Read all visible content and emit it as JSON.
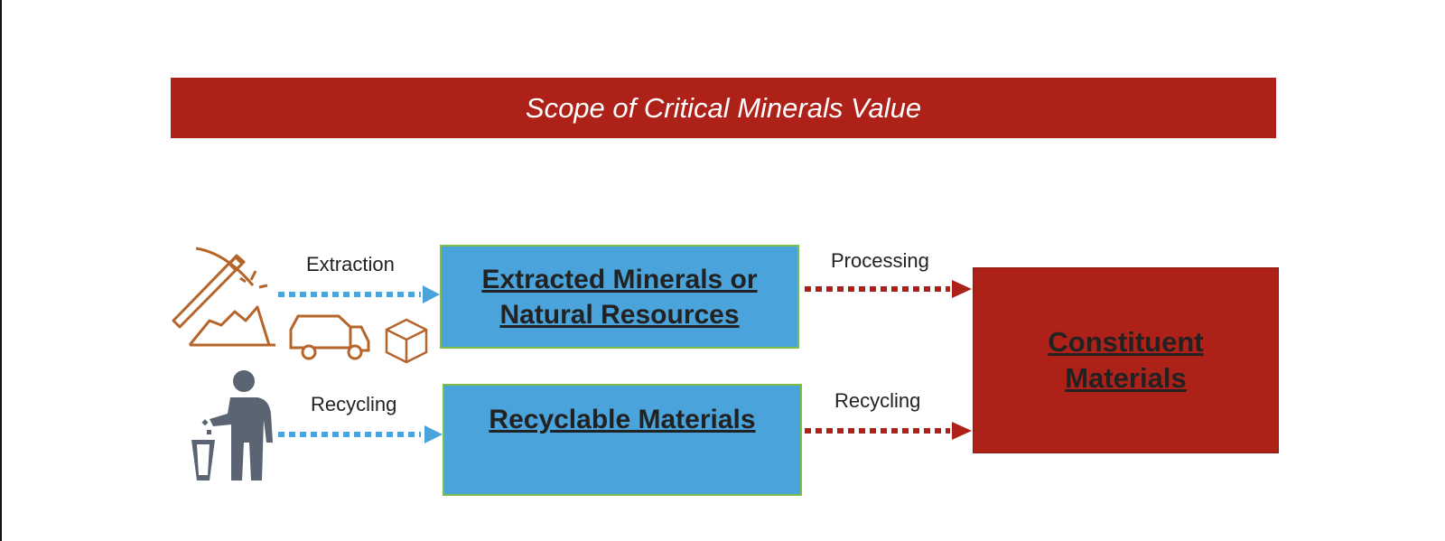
{
  "title": "Scope of Critical Minerals Value",
  "boxes": {
    "extracted": "Extracted Minerals or Natural Resources",
    "recyclable": "Recyclable Materials",
    "constituent": "Constituent Materials"
  },
  "labels": {
    "extraction": "Extraction",
    "recycling_left": "Recycling",
    "processing": "Processing",
    "recycling_right": "Recycling"
  },
  "colors": {
    "red": "#ad2118",
    "blue": "#4aa3db",
    "icon_orange": "#b5652a",
    "icon_gray": "#5a6472"
  },
  "icons": [
    "pickaxe-icon",
    "dump-truck-icon",
    "box-icon",
    "person-recycling-icon"
  ]
}
